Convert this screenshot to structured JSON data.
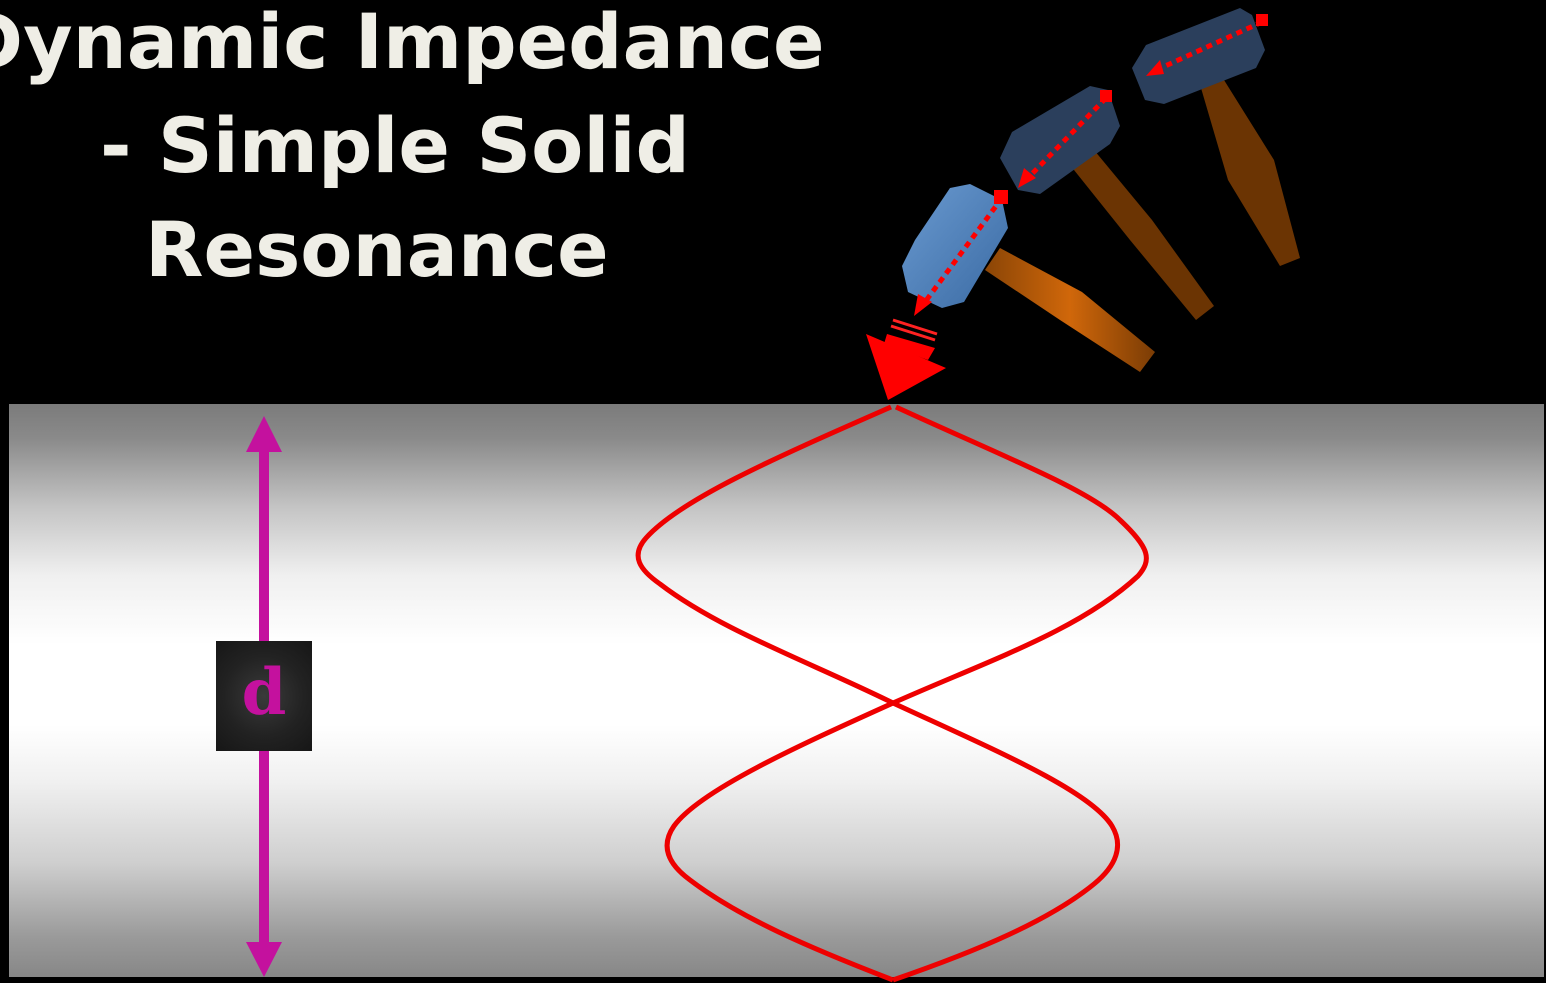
{
  "title": {
    "line1": "Dynamic Impedance",
    "line2": "- Simple Solid",
    "line3": "Resonance"
  },
  "dimension": {
    "label": "d",
    "color": "#c4119e"
  },
  "colors": {
    "wave": "#ee0000",
    "hammer_head_far": "#2b3f5c",
    "hammer_head_near": "#4a7cb3",
    "hammer_handle_far": "#6b3403",
    "hammer_handle_near": "#d0670a",
    "impact_arrow": "#ff0000",
    "background": "#000000"
  }
}
